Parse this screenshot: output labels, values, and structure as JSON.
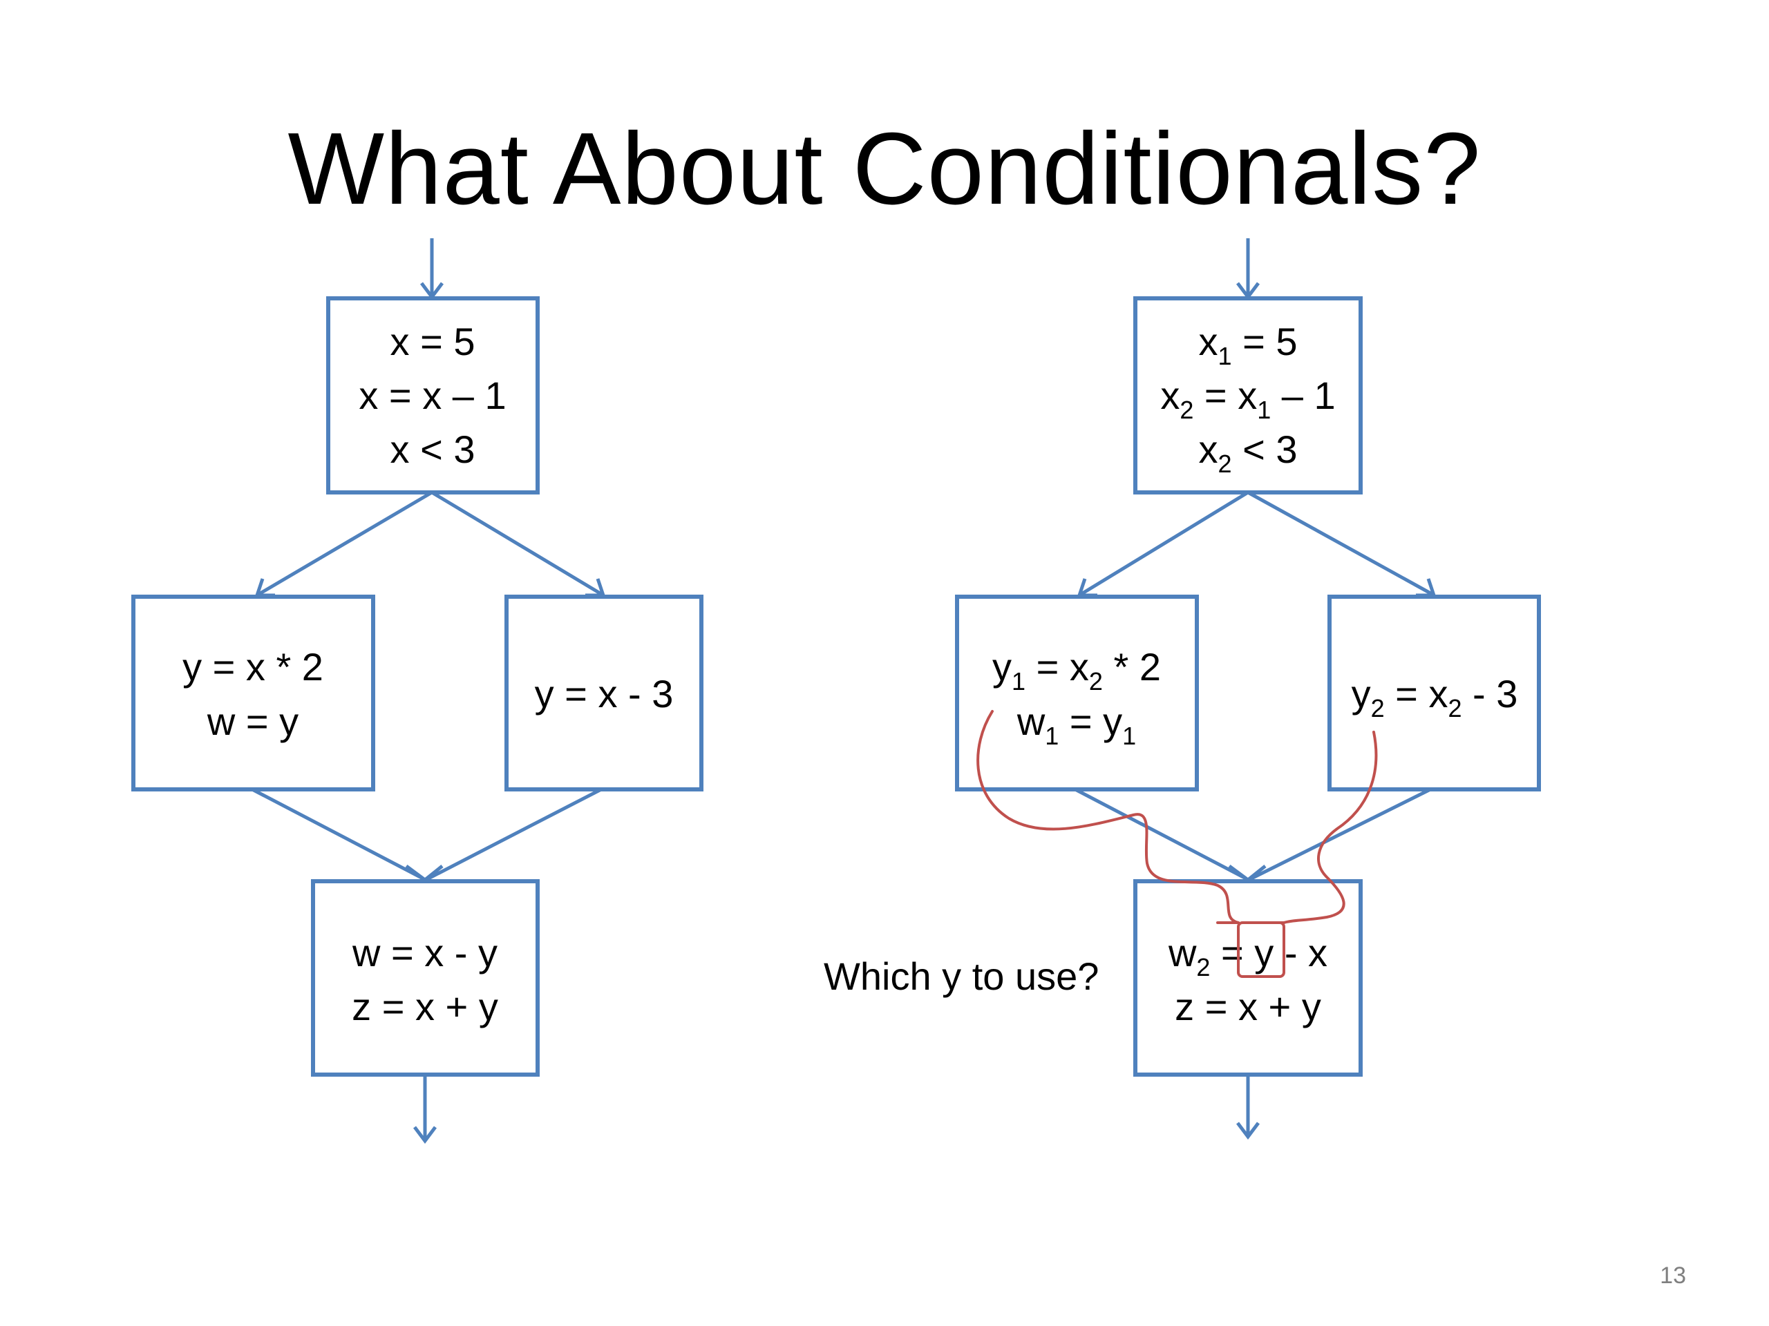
{
  "slide": {
    "title": "What About Conditionals?",
    "page_number": "13",
    "question": "Which y to use?"
  },
  "colors": {
    "box_stroke": "#4f81bd",
    "annotation": "#c0504d"
  },
  "left": {
    "entry": [
      "x = 5",
      "x = x – 1",
      "x < 3"
    ],
    "then": [
      "y = x * 2",
      "w = y"
    ],
    "else": [
      "y = x - 3"
    ],
    "join": [
      "w = x - y",
      "z = x + y"
    ]
  },
  "right": {
    "entry": {
      "line1": {
        "a": "x",
        "a_sub": "1",
        "b": " = 5"
      },
      "line2": {
        "a": "x",
        "a_sub": "2",
        "b": " = x",
        "b_sub": "1",
        "c": " – 1"
      },
      "line3": {
        "a": "x",
        "a_sub": "2",
        "b": " < 3"
      }
    },
    "then": {
      "line1": {
        "a": "y",
        "a_sub": "1",
        "b": " = x",
        "b_sub": "2",
        "c": " * 2"
      },
      "line2": {
        "a": "w",
        "a_sub": "1",
        "b": " = y",
        "b_sub": "1"
      }
    },
    "else": {
      "line1": {
        "a": "y",
        "a_sub": "2",
        "b": " = x",
        "b_sub": "2",
        "c": " - 3"
      }
    },
    "join": {
      "line1": {
        "a": "w",
        "a_sub": "2",
        "b": " = ",
        "y": "y",
        "c": " - x"
      },
      "line2": "z = x + y"
    }
  }
}
